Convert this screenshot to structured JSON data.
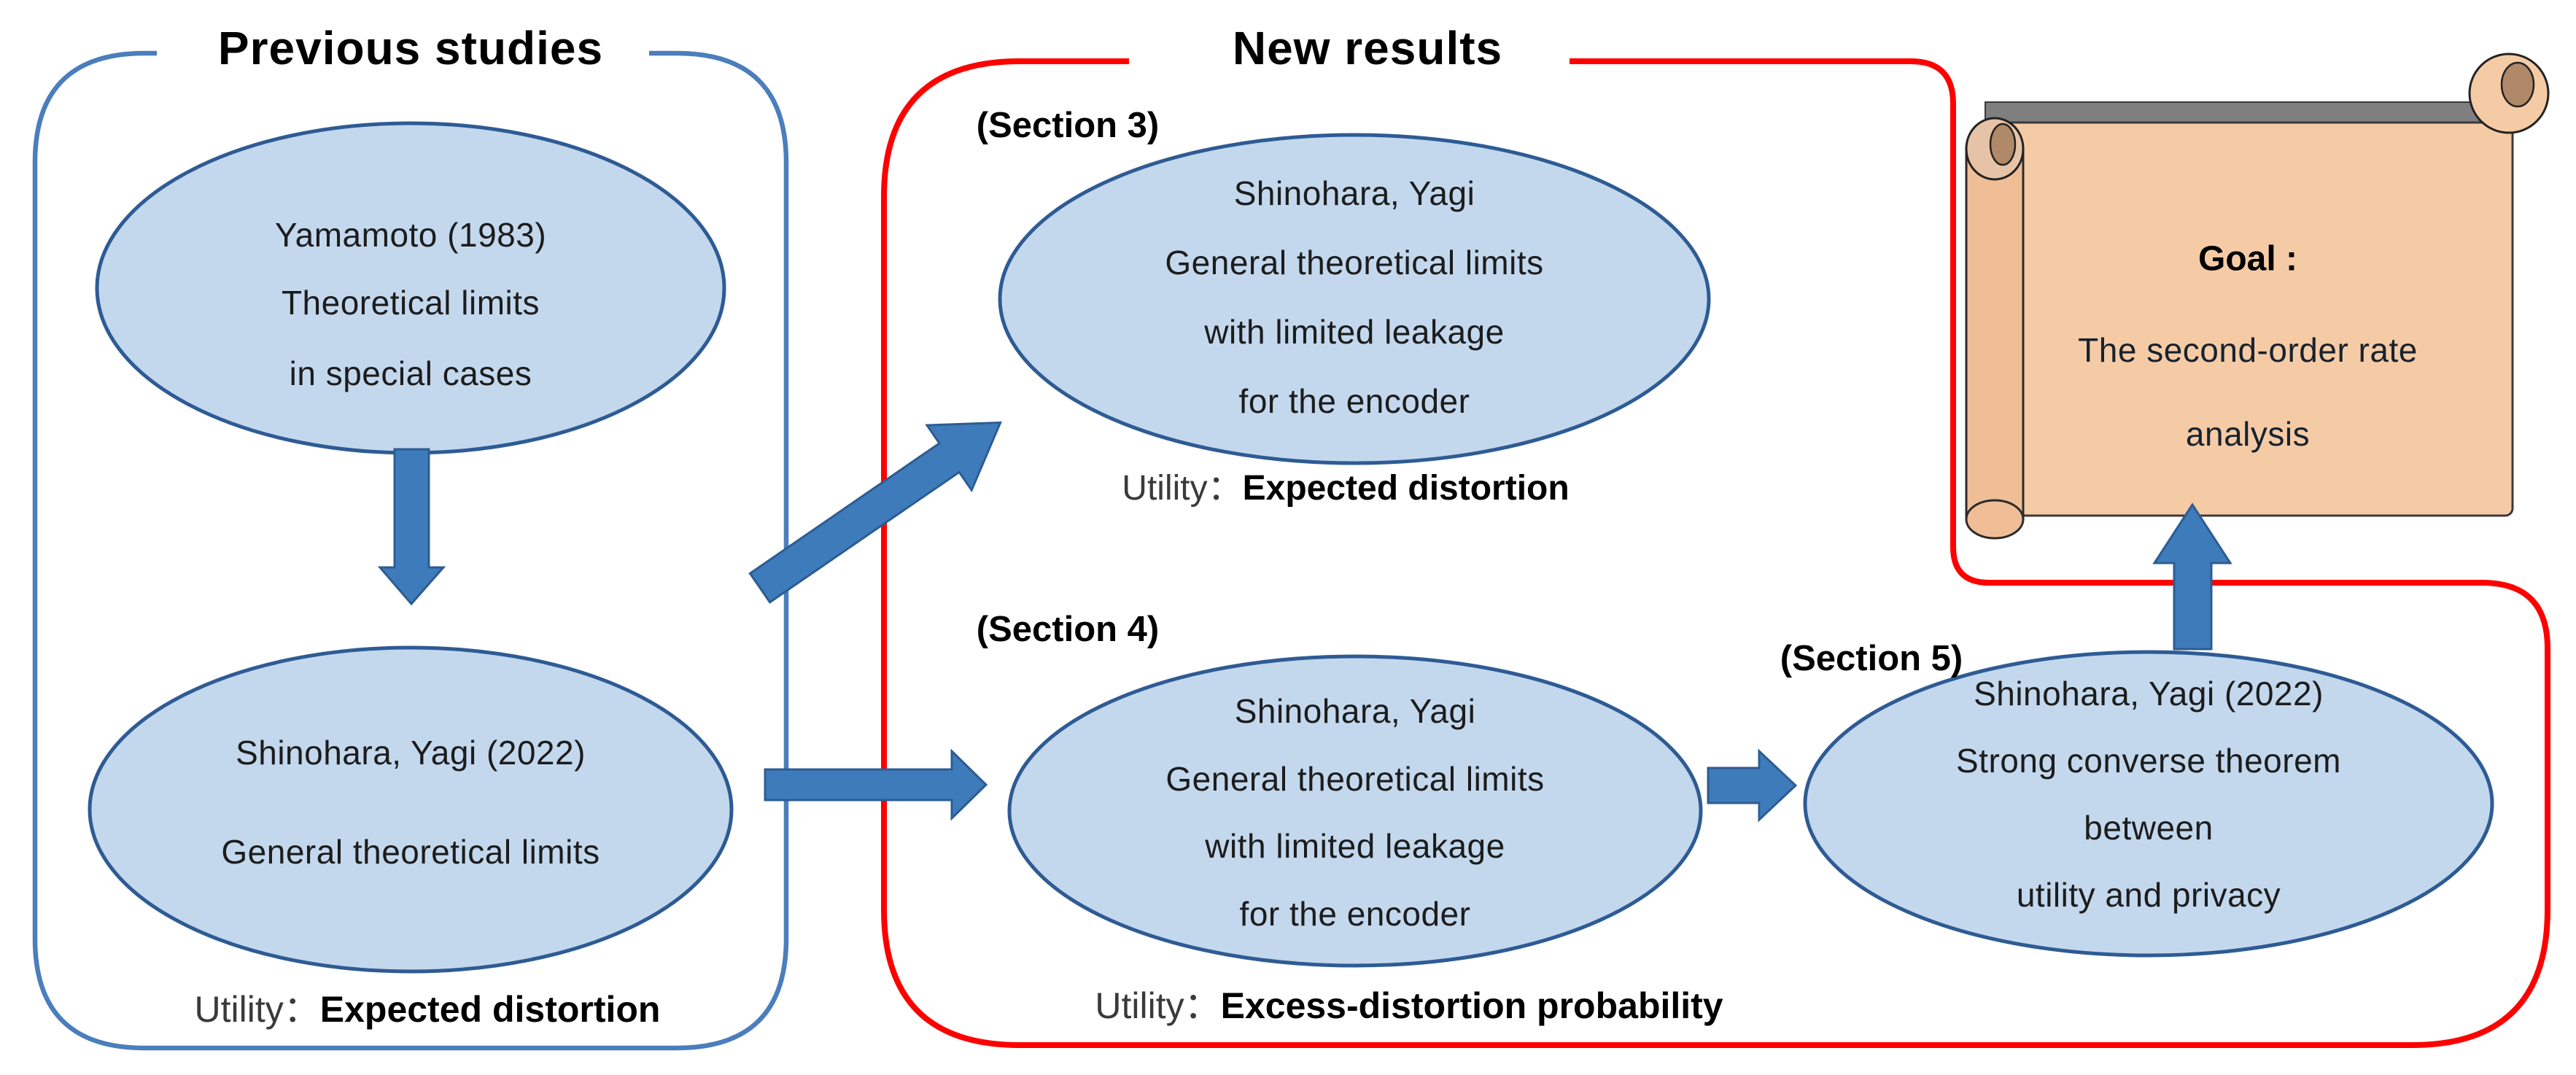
{
  "diagram": {
    "previous_studies": {
      "title": "Previous studies",
      "yamamoto": {
        "line1": "Yamamoto (1983)",
        "line2": "Theoretical limits",
        "line3": "in special cases"
      },
      "shinohara2022": {
        "line1": "Shinohara, Yagi (2022)",
        "line2": "General theoretical limits"
      },
      "utility_label": "Utility：",
      "utility_value": "Expected distortion"
    },
    "new_results": {
      "title": "New results",
      "section3": {
        "label": "(Section 3)",
        "line1": "Shinohara, Yagi",
        "line2": "General theoretical limits",
        "line3": "with limited leakage",
        "line4": "for the encoder",
        "utility_label": "Utility：",
        "utility_value": "Expected distortion"
      },
      "section4": {
        "label": "(Section 4)",
        "line1": "Shinohara, Yagi",
        "line2": "General theoretical limits",
        "line3": "with limited leakage",
        "line4": "for the encoder",
        "utility_label": "Utility：",
        "utility_value": "Excess-distortion probability"
      },
      "section5": {
        "label": "(Section 5)",
        "line1": "Shinohara, Yagi (2022)",
        "line2": "Strong converse theorem",
        "line3": "between",
        "line4": "utility and privacy"
      }
    },
    "goal": {
      "heading": "Goal :",
      "line1": "The second-order rate",
      "line2": "analysis"
    },
    "colors": {
      "box_blue": "#4A7EBC",
      "box_red": "#FF0000",
      "ellipse_fill": "#C3D8ED",
      "ellipse_border": "#2E5B94",
      "arrow_fill": "#3E7BBA",
      "arrow_border": "#2D5C92",
      "scroll_fill": "#F5CBA6",
      "scroll_roll": "#EFBE97",
      "scroll_band": "#7F7F7F"
    }
  }
}
